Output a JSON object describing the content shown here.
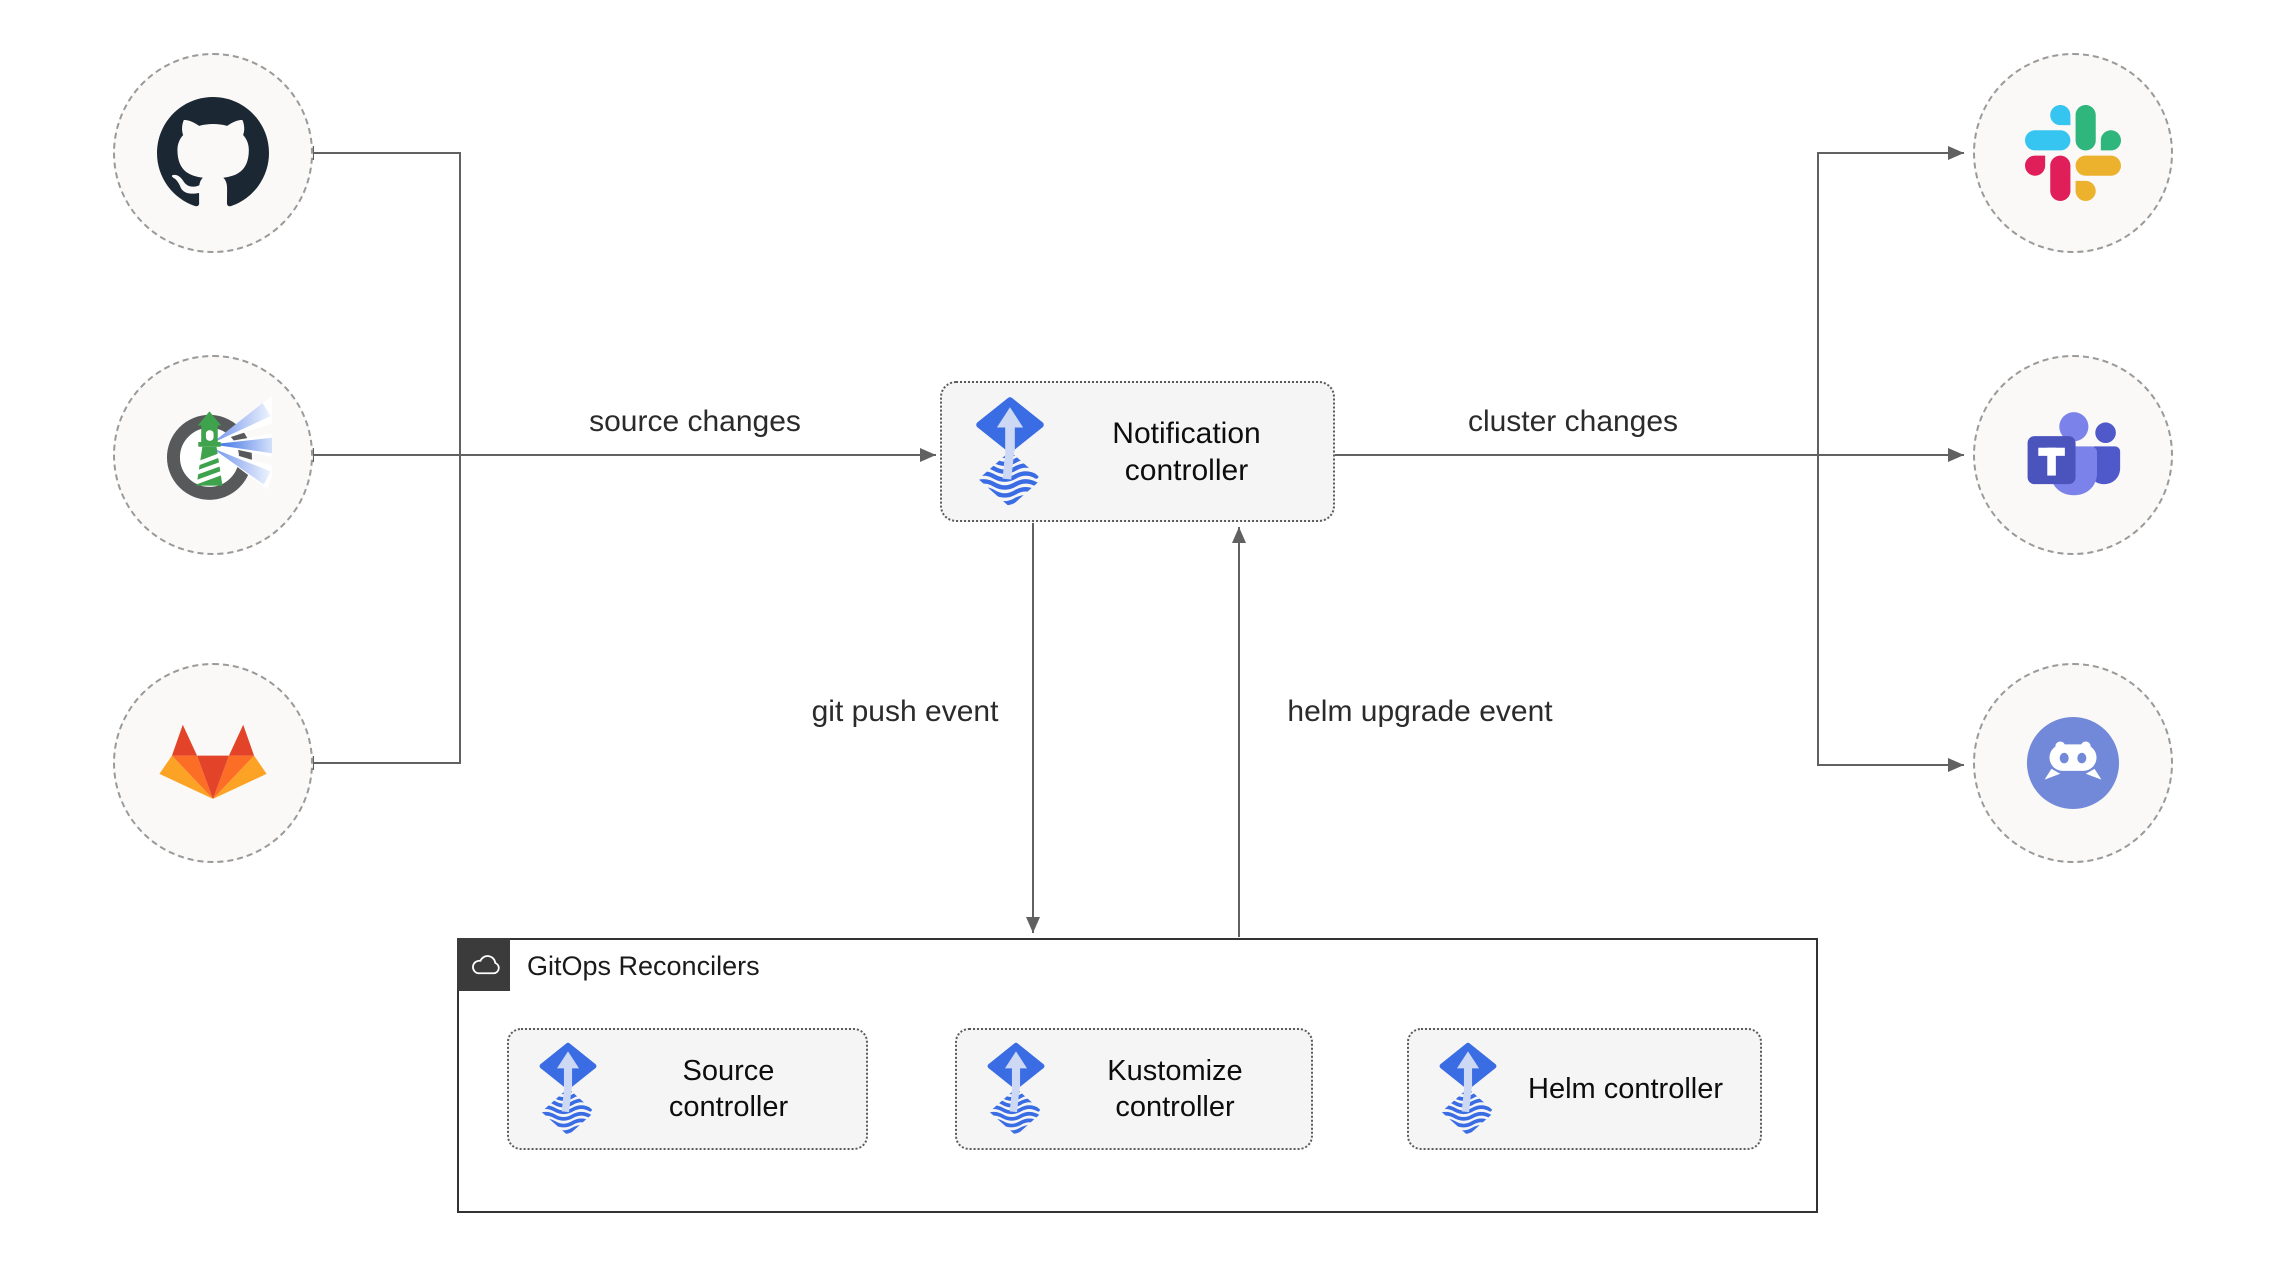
{
  "nodes": {
    "notification_controller": {
      "label": "Notification controller",
      "icon": "flux-icon"
    },
    "source_controller": {
      "label": "Source controller",
      "icon": "flux-icon"
    },
    "kustomize_controller": {
      "label": "Kustomize controller",
      "icon": "flux-icon"
    },
    "helm_controller": {
      "label": "Helm controller",
      "icon": "flux-icon"
    }
  },
  "group": {
    "label": "GitOps Reconcilers",
    "icon": "cloud-icon"
  },
  "sources": [
    {
      "icon": "github-icon"
    },
    {
      "icon": "harbor-icon"
    },
    {
      "icon": "gitlab-icon"
    }
  ],
  "destinations": [
    {
      "icon": "slack-icon"
    },
    {
      "icon": "teams-icon",
      "letter": "T"
    },
    {
      "icon": "discord-icon"
    }
  ],
  "edges": {
    "source_changes": {
      "label": "source changes"
    },
    "cluster_changes": {
      "label": "cluster changes"
    },
    "git_push": {
      "label": "git push event"
    },
    "helm_upgrade": {
      "label": "helm upgrade event"
    }
  },
  "colors": {
    "background": "#ffffff",
    "edge_line": "#616161",
    "node_fill": "#f5f5f5",
    "node_border": "#5a5a5a",
    "circle_fill": "#faf9f7",
    "circle_border": "#9a9a9a",
    "group_border": "#333333",
    "group_header_bg": "#3b3b3b",
    "flux_blue": "#3a6ce4",
    "flux_arrow_light": "#ccd8f4",
    "github_dark": "#1b2732",
    "harbor_green": "#3fa24c",
    "gitlab_red": "#e24329",
    "gitlab_orange": "#fc6d26",
    "gitlab_amber": "#fca326",
    "slack_blue": "#36c5f0",
    "slack_green": "#2eb67d",
    "slack_yellow": "#ecb22e",
    "slack_red": "#e01e5a",
    "teams_purple": "#5059c9",
    "teams_light": "#7b83eb",
    "teams_dark": "#4b53bc",
    "discord_blurple": "#7289da",
    "label_text": "#1a1a1a"
  }
}
